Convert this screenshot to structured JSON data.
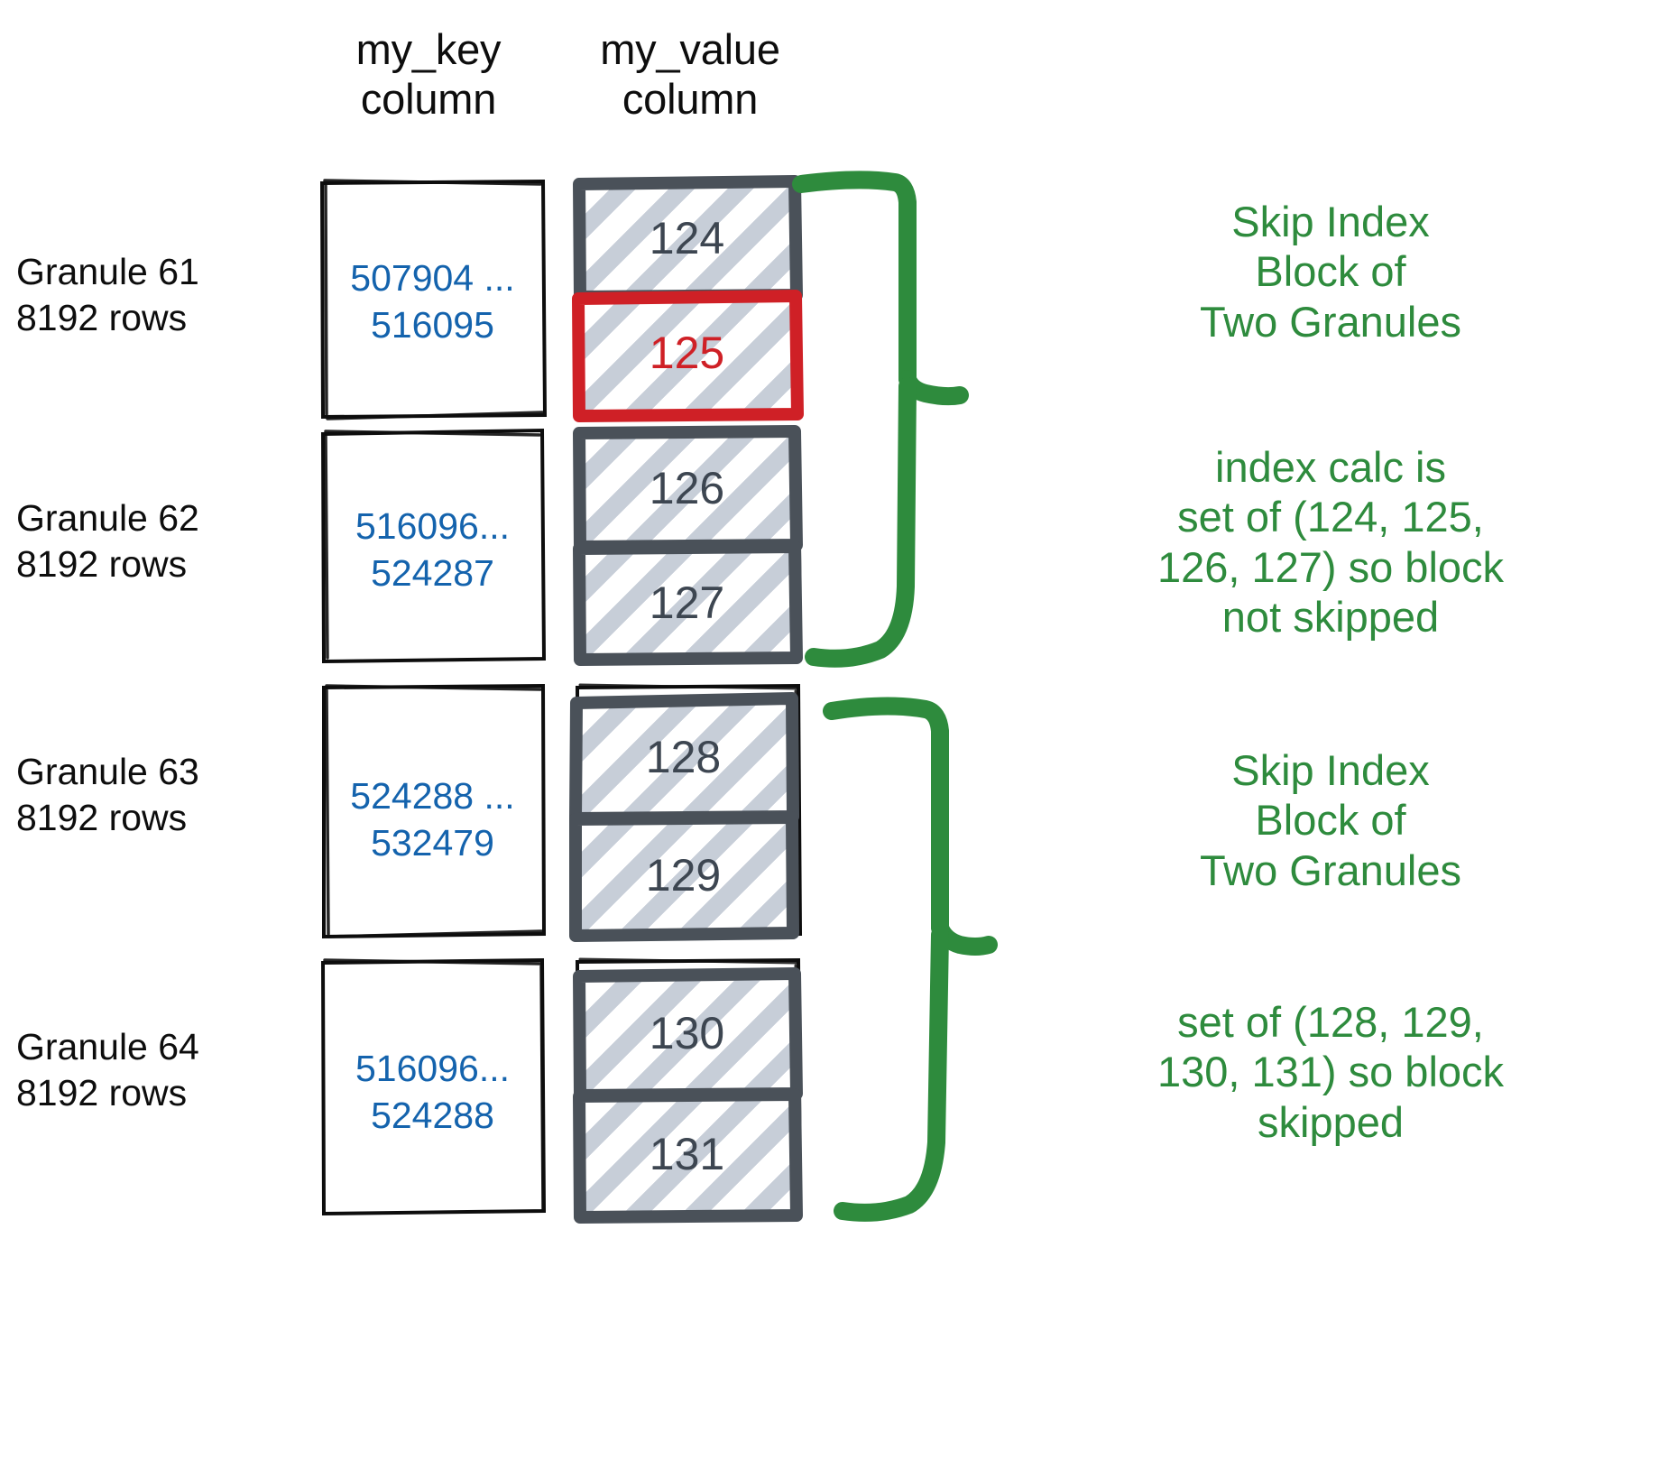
{
  "headers": {
    "key_column": "my_key\ncolumn",
    "value_column": "my_value\ncolumn"
  },
  "colors": {
    "key_text": "#1463ad",
    "value_text": "#3d4651",
    "highlight": "#cf2026",
    "note_green": "#2e8b3d",
    "hatch": "#c7ced8",
    "sketch_black": "#0d0d0d"
  },
  "granules": [
    {
      "label": "Granule 61\n8192 rows",
      "key_range": "507904 ...\n516095",
      "values": [
        {
          "text": "124",
          "highlighted": false
        },
        {
          "text": "125",
          "highlighted": true
        }
      ]
    },
    {
      "label": "Granule 62\n8192 rows",
      "key_range": "516096...\n524287",
      "values": [
        {
          "text": "126",
          "highlighted": false
        },
        {
          "text": "127",
          "highlighted": false
        }
      ]
    },
    {
      "label": "Granule 63\n8192 rows",
      "key_range": "524288 ...\n532479",
      "values": [
        {
          "text": "128",
          "highlighted": false
        },
        {
          "text": "129",
          "highlighted": false
        }
      ]
    },
    {
      "label": "Granule 64\n8192 rows",
      "key_range": "516096...\n524288",
      "values": [
        {
          "text": "130",
          "highlighted": false
        },
        {
          "text": "131",
          "highlighted": false
        }
      ]
    }
  ],
  "notes": [
    {
      "text": "Skip Index\nBlock of\nTwo Granules"
    },
    {
      "text": "index calc is\nset of (124, 125,\n126, 127) so block\nnot skipped"
    },
    {
      "text": "Skip Index\nBlock of\nTwo Granules"
    },
    {
      "text": "set of (128, 129,\n130, 131) so block\nskipped"
    }
  ]
}
